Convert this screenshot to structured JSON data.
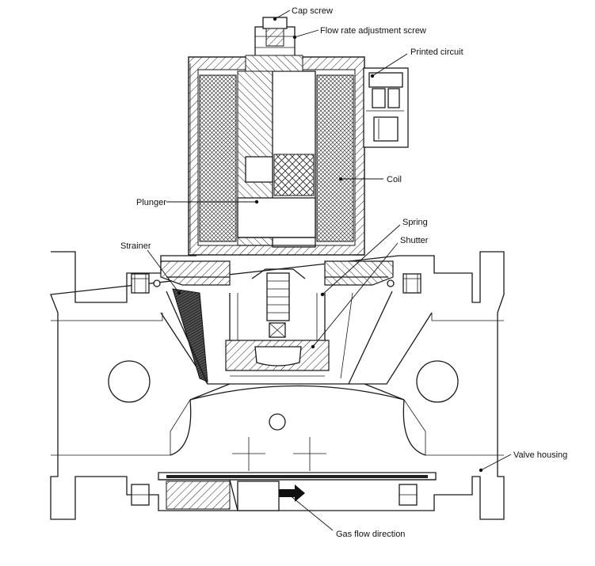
{
  "labels": {
    "cap_screw": "Cap screw",
    "flow_rate_adjustment_screw": "Flow rate adjustment screw",
    "printed_circuit": "Printed circuit",
    "coil": "Coil",
    "plunger": "Plunger",
    "spring": "Spring",
    "shutter": "Shutter",
    "strainer": "Strainer",
    "valve_housing": "Valve housing",
    "gas_flow_direction": "Gas flow direction"
  }
}
